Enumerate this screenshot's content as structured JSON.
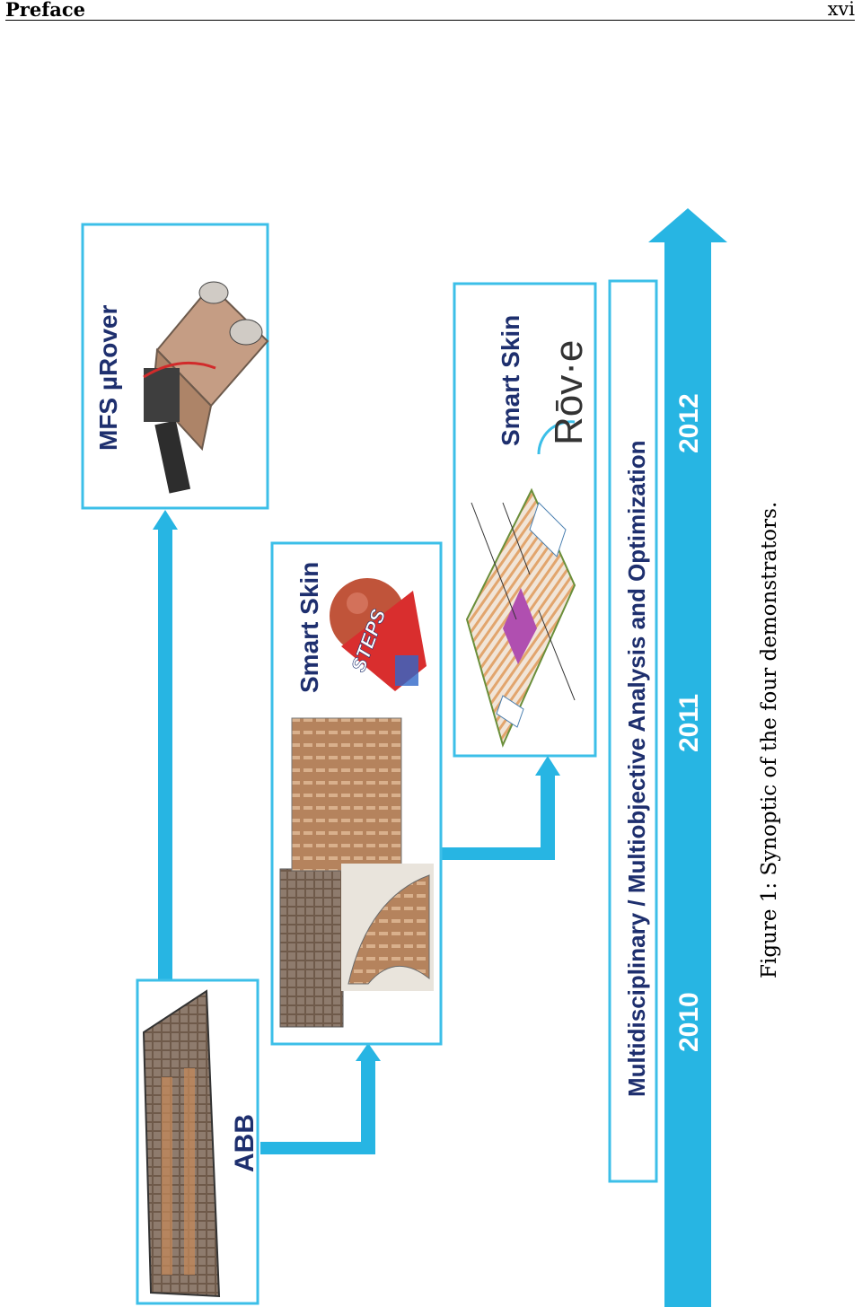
{
  "header": {
    "section_title": "Preface",
    "page_number": "xvi"
  },
  "figure": {
    "boxes": {
      "abb": {
        "label": "ABB"
      },
      "smart_skin_1": {
        "label": "Smart Skin"
      },
      "smart_skin_2": {
        "label": "Smart Skin"
      },
      "mfs": {
        "label": "MFS µRover"
      }
    },
    "logos": {
      "steps": "STEPS",
      "rovee": "Rōv·e"
    },
    "methodology_label": "Multidisciplinary / Multiobjective Analysis and Optimization",
    "timeline": [
      "2010",
      "2011",
      "2012"
    ],
    "colors": {
      "accent": "#27b5e3",
      "box_border": "#3cbfe8",
      "text_dark": "#1e2f6e"
    }
  },
  "caption": "Figure 1: Synoptic of the four demonstrators."
}
